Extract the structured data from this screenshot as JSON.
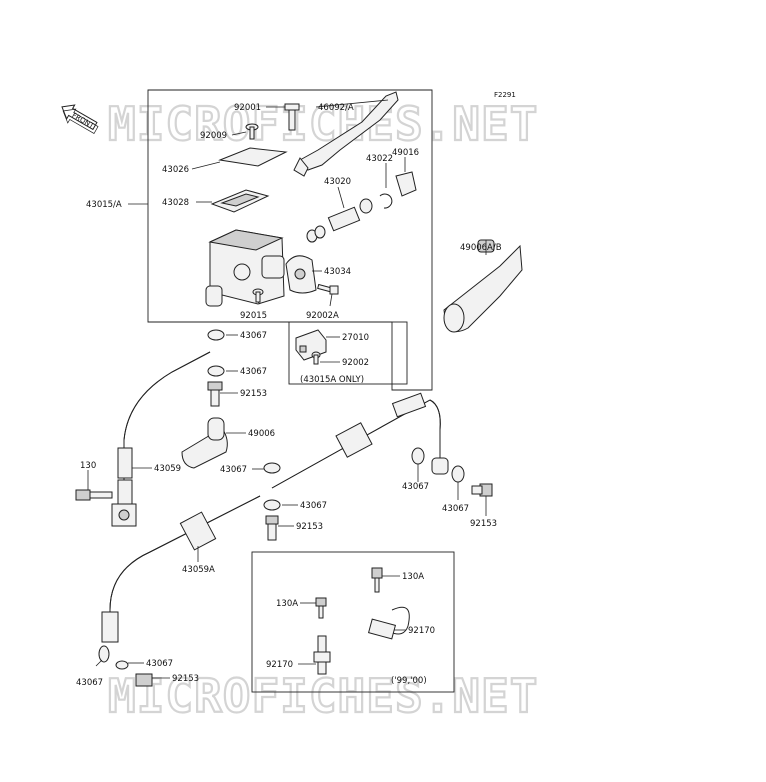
{
  "figure_code": "F2291",
  "watermark": "MICROFICHES.NET",
  "front_label": "FRONT",
  "note_43015a": "(43015A ONLY)",
  "note_year": "('99,'00)",
  "labels": [
    {
      "id": "p92001",
      "text": "92001"
    },
    {
      "id": "p46092a",
      "text": "46092/A"
    },
    {
      "id": "p92009",
      "text": "92009"
    },
    {
      "id": "p43026",
      "text": "43026"
    },
    {
      "id": "p43022",
      "text": "43022"
    },
    {
      "id": "p49016",
      "text": "49016"
    },
    {
      "id": "p43020",
      "text": "43020"
    },
    {
      "id": "p43015a",
      "text": "43015/A"
    },
    {
      "id": "p43028",
      "text": "43028"
    },
    {
      "id": "p49006ab",
      "text": "49006A/B"
    },
    {
      "id": "p43034",
      "text": "43034"
    },
    {
      "id": "p92015",
      "text": "92015"
    },
    {
      "id": "p92002a",
      "text": "92002A"
    },
    {
      "id": "p43067a",
      "text": "43067"
    },
    {
      "id": "p27010",
      "text": "27010"
    },
    {
      "id": "p92002",
      "text": "92002"
    },
    {
      "id": "p43067b",
      "text": "43067"
    },
    {
      "id": "p92153a",
      "text": "92153"
    },
    {
      "id": "p49006",
      "text": "49006"
    },
    {
      "id": "p130",
      "text": "130"
    },
    {
      "id": "p43059",
      "text": "43059"
    },
    {
      "id": "p43067c",
      "text": "43067"
    },
    {
      "id": "p43067d",
      "text": "43067"
    },
    {
      "id": "p43067e",
      "text": "43067"
    },
    {
      "id": "p43067f",
      "text": "43067"
    },
    {
      "id": "p92153b",
      "text": "92153"
    },
    {
      "id": "p92153c",
      "text": "92153"
    },
    {
      "id": "p43059a",
      "text": "43059A"
    },
    {
      "id": "p130a1",
      "text": "130A"
    },
    {
      "id": "p130a2",
      "text": "130A"
    },
    {
      "id": "p92170a",
      "text": "92170"
    },
    {
      "id": "p92170b",
      "text": "92170"
    },
    {
      "id": "p43067g",
      "text": "43067"
    },
    {
      "id": "p43067h",
      "text": "43067"
    },
    {
      "id": "p92153d",
      "text": "92153"
    }
  ]
}
